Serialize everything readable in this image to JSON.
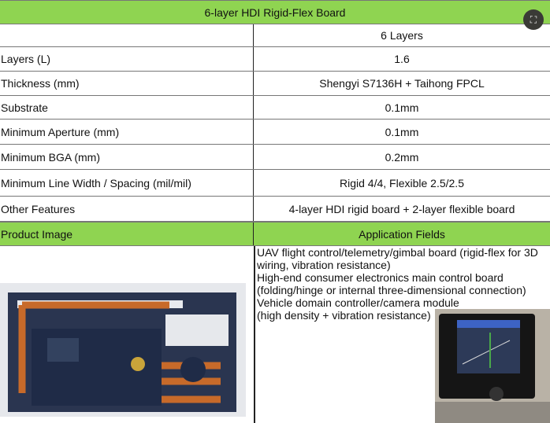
{
  "title": "6-layer HDI Rigid-Flex Board",
  "rows": [
    {
      "label": "",
      "value": "6 Layers"
    },
    {
      "label": "Layers (L)",
      "value": "1.6"
    },
    {
      "label": "Thickness (mm)",
      "value": "Shengyi S7136H + Taihong FPCL"
    },
    {
      "label": "Substrate",
      "value": "0.1mm"
    },
    {
      "label": "Minimum Aperture (mm)",
      "value": "0.1mm"
    },
    {
      "label": "Minimum BGA (mm)",
      "value": "0.2mm"
    },
    {
      "label": "Minimum Line Width / Spacing (mil/mil)",
      "value": "Rigid 4/4, Flexible 2.5/2.5"
    },
    {
      "label": "Other Features",
      "value": "4-layer HDI rigid board + 2-layer flexible board"
    }
  ],
  "section": {
    "left": "Product Image",
    "right": "Application Fields"
  },
  "applications": [
    "UAV flight control/telemetry/gimbal board (rigid-flex for 3D wiring, vibration resistance)",
    "High-end consumer electronics main control board (folding/hinge or internal three-dimensional connection)",
    "Vehicle domain controller/camera module",
    "(high density + vibration resistance)"
  ],
  "colors": {
    "header_green": "#8fd451"
  }
}
